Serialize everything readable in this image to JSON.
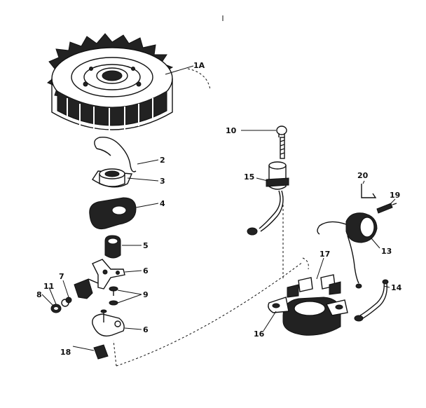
{
  "diagram": {
    "labels": {
      "p1a": "1A",
      "p2": "2",
      "p3": "3",
      "p4": "4",
      "p5": "5",
      "p6a": "6",
      "p6b": "6",
      "p7": "7",
      "p8": "8",
      "p9": "9",
      "p10": "10",
      "p11": "11",
      "p13": "13",
      "p14": "14",
      "p15": "15",
      "p16": "16",
      "p17": "17",
      "p18": "18",
      "p19": "19",
      "p20": "20"
    }
  }
}
